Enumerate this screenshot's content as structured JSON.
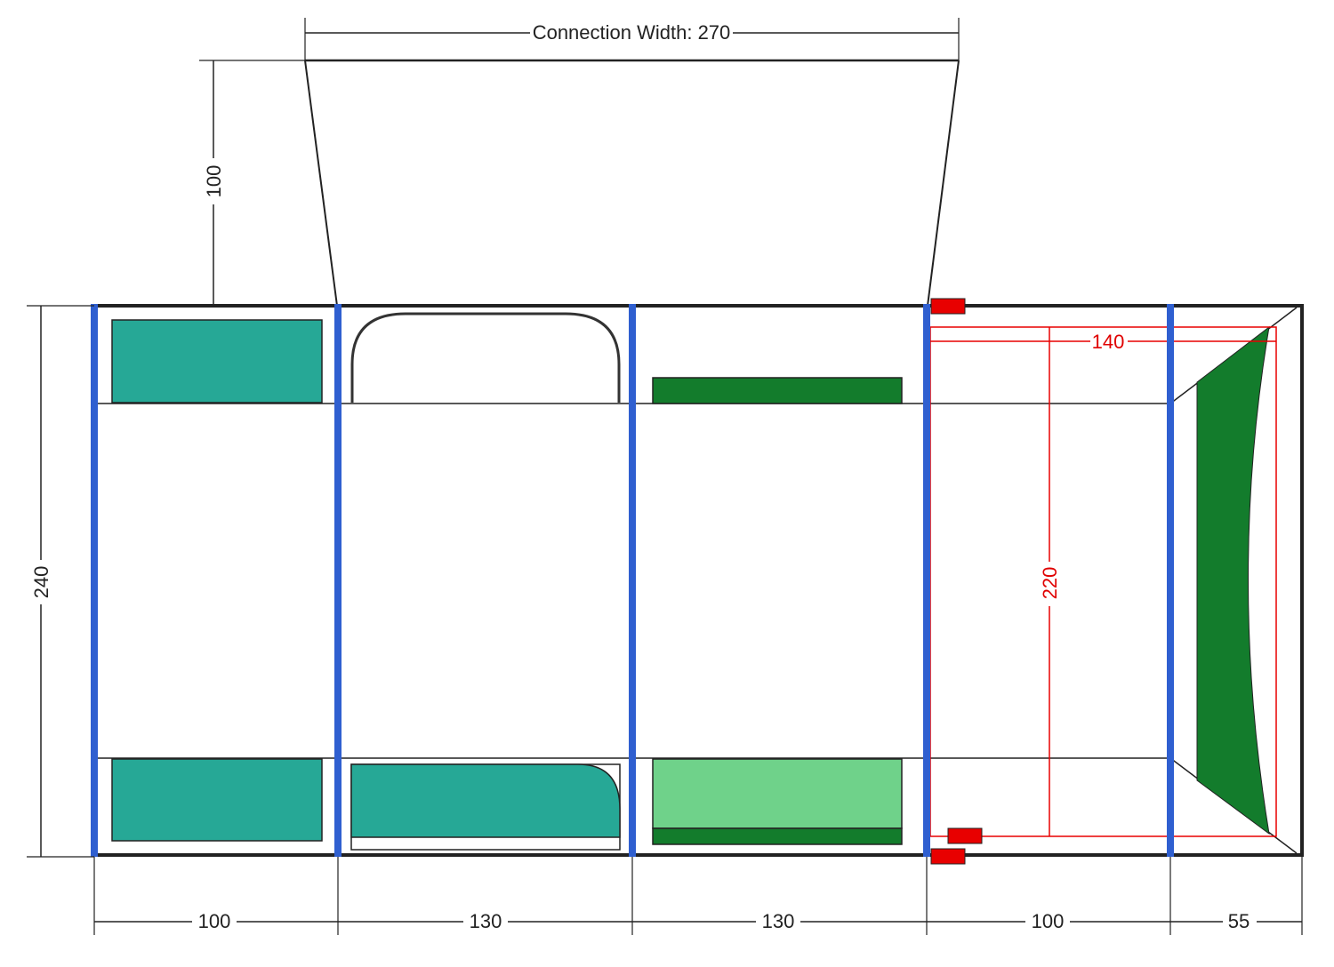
{
  "dimensions": {
    "connection_width": "Connection Width: 270",
    "depth": "100",
    "height": "240",
    "sections": [
      "100",
      "130",
      "130",
      "100",
      "55"
    ],
    "bed_width": "140",
    "bed_length": "220"
  },
  "colors": {
    "frame_pole": "#2f5fd0",
    "teal_furniture": "#26a896",
    "dark_green": "#137c2c",
    "light_green": "#6fd28a",
    "red_marker": "#e80000",
    "outline": "#222222"
  }
}
